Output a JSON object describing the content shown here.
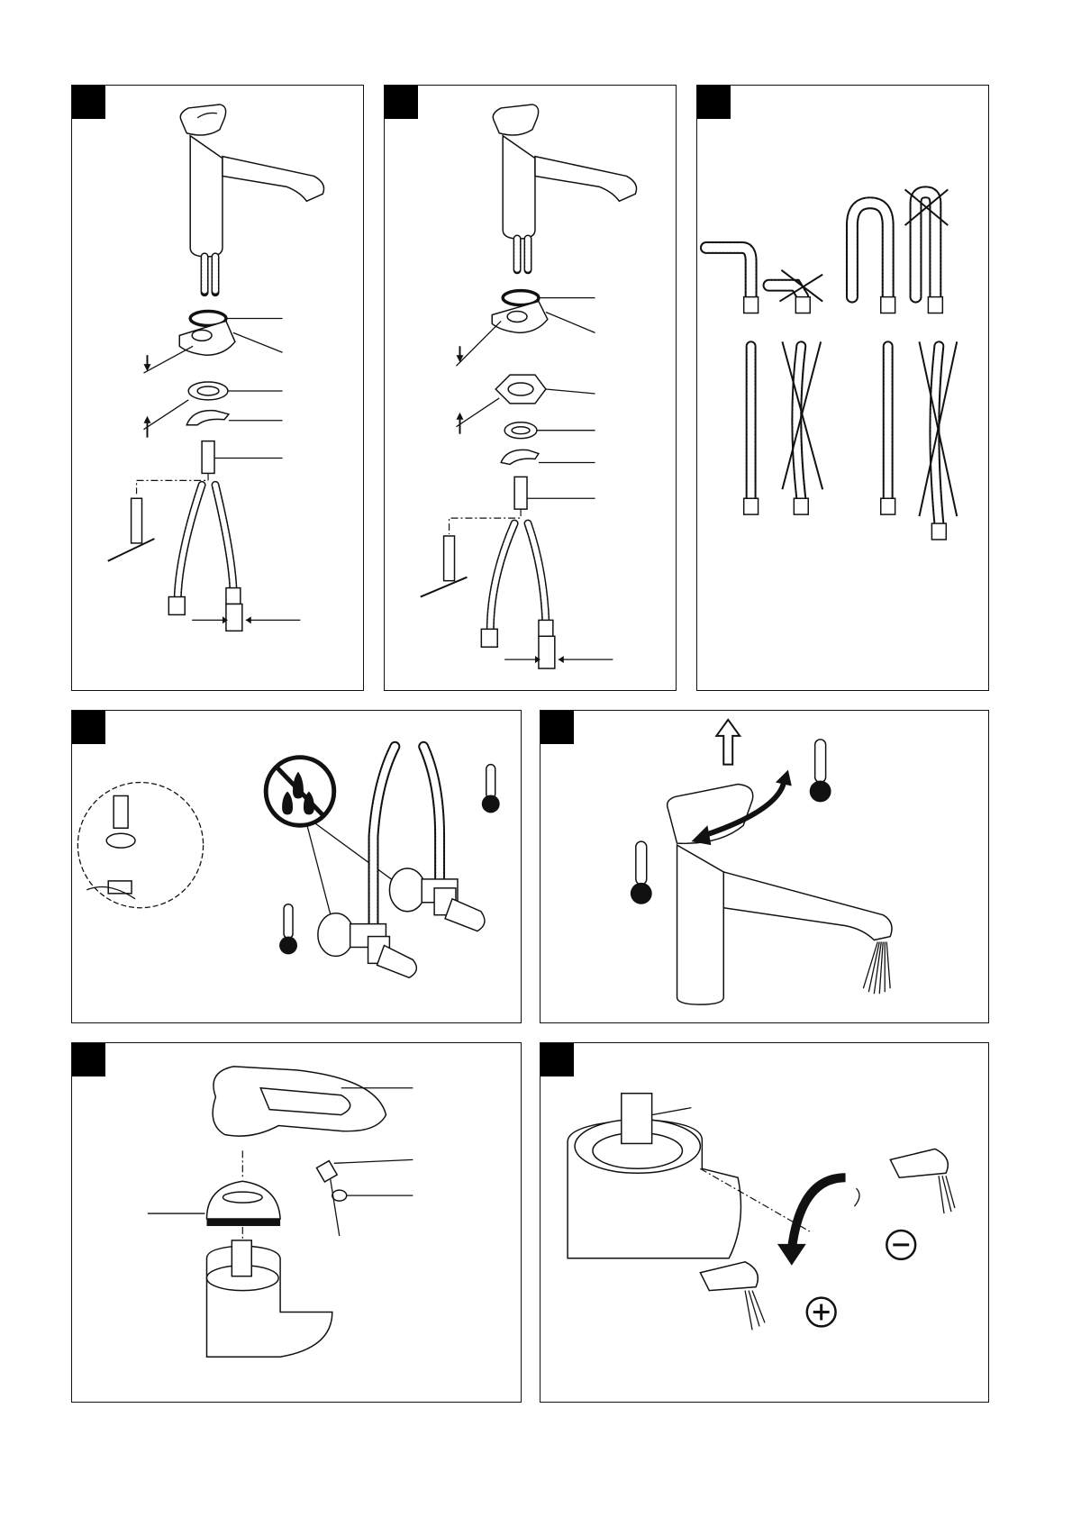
{
  "document": {
    "panels": [
      {
        "id": "panel-1",
        "tag": "",
        "content": "exploded-assembly-view-a"
      },
      {
        "id": "panel-2",
        "tag": "",
        "content": "exploded-assembly-view-b"
      },
      {
        "id": "panel-3",
        "tag": "",
        "content": "hose-bending-guidance"
      },
      {
        "id": "panel-4",
        "tag": "",
        "content": "supply-connection"
      },
      {
        "id": "panel-5",
        "tag": "",
        "content": "lever-operation"
      },
      {
        "id": "panel-6",
        "tag": "",
        "content": "lever-removal"
      },
      {
        "id": "panel-7",
        "tag": "",
        "content": "temperature-limiter"
      }
    ],
    "symbols": {
      "plus": "+",
      "minus": "−"
    },
    "colors": {
      "ink": "#111111",
      "paper": "#ffffff",
      "tag_fill": "#000000"
    },
    "icons": [
      "thermometer-icon",
      "no-water-icon",
      "arrow-up-icon",
      "cross-out-icon"
    ]
  }
}
